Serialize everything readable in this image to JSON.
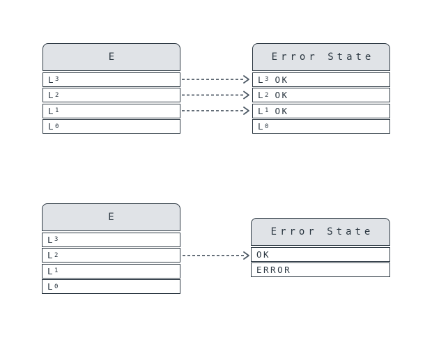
{
  "colors": {
    "border": "#2b3741",
    "header_fill": "#e0e3e7",
    "row_fill": "#ffffff",
    "text": "#2b3741",
    "arrow": "#4e5a66",
    "background": "#ffffff"
  },
  "sections": [
    {
      "name": "top",
      "left": {
        "title": "E",
        "rows": [
          {
            "base": "L",
            "sub": "3"
          },
          {
            "base": "L",
            "sub": "2"
          },
          {
            "base": "L",
            "sub": "1"
          },
          {
            "base": "L",
            "sub": "0"
          }
        ]
      },
      "right": {
        "title": "Error State",
        "rows": [
          {
            "base": "L",
            "sub": "3",
            "suffix": "OK"
          },
          {
            "base": "L",
            "sub": "2",
            "suffix": "OK"
          },
          {
            "base": "L",
            "sub": "1",
            "suffix": "OK"
          },
          {
            "base": "L",
            "sub": "0",
            "suffix": ""
          }
        ]
      },
      "connections": [
        {
          "from": "E.L3",
          "to": "Error State.L3 OK"
        },
        {
          "from": "E.L2",
          "to": "Error State.L2 OK"
        },
        {
          "from": "E.L1",
          "to": "Error State.L1 OK"
        }
      ]
    },
    {
      "name": "bottom",
      "left": {
        "title": "E",
        "rows": [
          {
            "base": "L",
            "sub": "3"
          },
          {
            "base": "L",
            "sub": "2"
          },
          {
            "base": "L",
            "sub": "1"
          },
          {
            "base": "L",
            "sub": "0"
          }
        ]
      },
      "right": {
        "title": "Error State",
        "rows": [
          {
            "base": "OK"
          },
          {
            "base": "ERROR"
          }
        ]
      },
      "connections": [
        {
          "from": "E.L2",
          "to": "Error State.OK"
        }
      ]
    }
  ]
}
